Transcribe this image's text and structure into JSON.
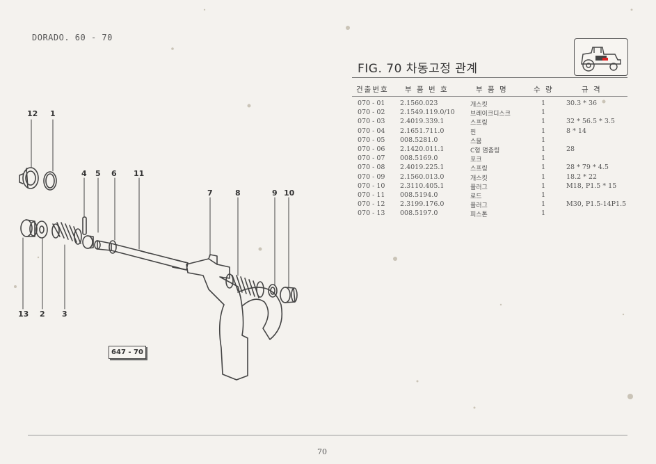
{
  "header": {
    "model": "DORADO. 60 - 70",
    "figure_title": "FIG. 70 차동고정 관계"
  },
  "table": {
    "columns": [
      "건출번호",
      "부 품 번 호",
      "부 품 명",
      "수 량",
      "규   격"
    ],
    "rows": [
      {
        "ref": "070 - 01",
        "part_no": "2.1560.023",
        "name": "개스킷",
        "qty": "1",
        "spec": "30.3 * 36"
      },
      {
        "ref": "070 - 02",
        "part_no": "2.1549.119.0/10",
        "name": "브레이크디스크",
        "qty": "1",
        "spec": ""
      },
      {
        "ref": "070 - 03",
        "part_no": "2.4019.339.1",
        "name": "스프링",
        "qty": "1",
        "spec": "32 * 56.5 * 3.5"
      },
      {
        "ref": "070 - 04",
        "part_no": "2.1651.711.0",
        "name": "핀",
        "qty": "1",
        "spec": "8 * 14"
      },
      {
        "ref": "070 - 05",
        "part_no": "008.5281.0",
        "name": "스뮴",
        "qty": "1",
        "spec": ""
      },
      {
        "ref": "070 - 06",
        "part_no": "2.1420.011.1",
        "name": "C형 멈춤링",
        "qty": "1",
        "spec": "28"
      },
      {
        "ref": "070 - 07",
        "part_no": "008.5169.0",
        "name": "포크",
        "qty": "1",
        "spec": ""
      },
      {
        "ref": "070 - 08",
        "part_no": "2.4019.225.1",
        "name": "스프링",
        "qty": "1",
        "spec": "28 * 79 * 4.5"
      },
      {
        "ref": "070 - 09",
        "part_no": "2.1560.013.0",
        "name": "개스킷",
        "qty": "1",
        "spec": "18.2 * 22"
      },
      {
        "ref": "070 - 10",
        "part_no": "2.3110.405.1",
        "name": "플러그",
        "qty": "1",
        "spec": "M18, P1.5 * 15"
      },
      {
        "ref": "070 - 11",
        "part_no": "008.5194.0",
        "name": "로드",
        "qty": "1",
        "spec": ""
      },
      {
        "ref": "070 - 12",
        "part_no": "2.3199.176.0",
        "name": "플러그",
        "qty": "1",
        "spec": "M30, P1.5-14P1.5"
      },
      {
        "ref": "070 - 13",
        "part_no": "008.5197.0",
        "name": "피스톤",
        "qty": "1",
        "spec": ""
      }
    ]
  },
  "diagram": {
    "callouts": [
      "12",
      "1",
      "4",
      "5",
      "6",
      "11",
      "7",
      "8",
      "9",
      "10",
      "13",
      "2",
      "3"
    ],
    "figure_code": "647 - 70"
  },
  "footer": {
    "page_number": "70"
  },
  "colors": {
    "paper": "#f4f2ee",
    "ink": "#444444"
  }
}
